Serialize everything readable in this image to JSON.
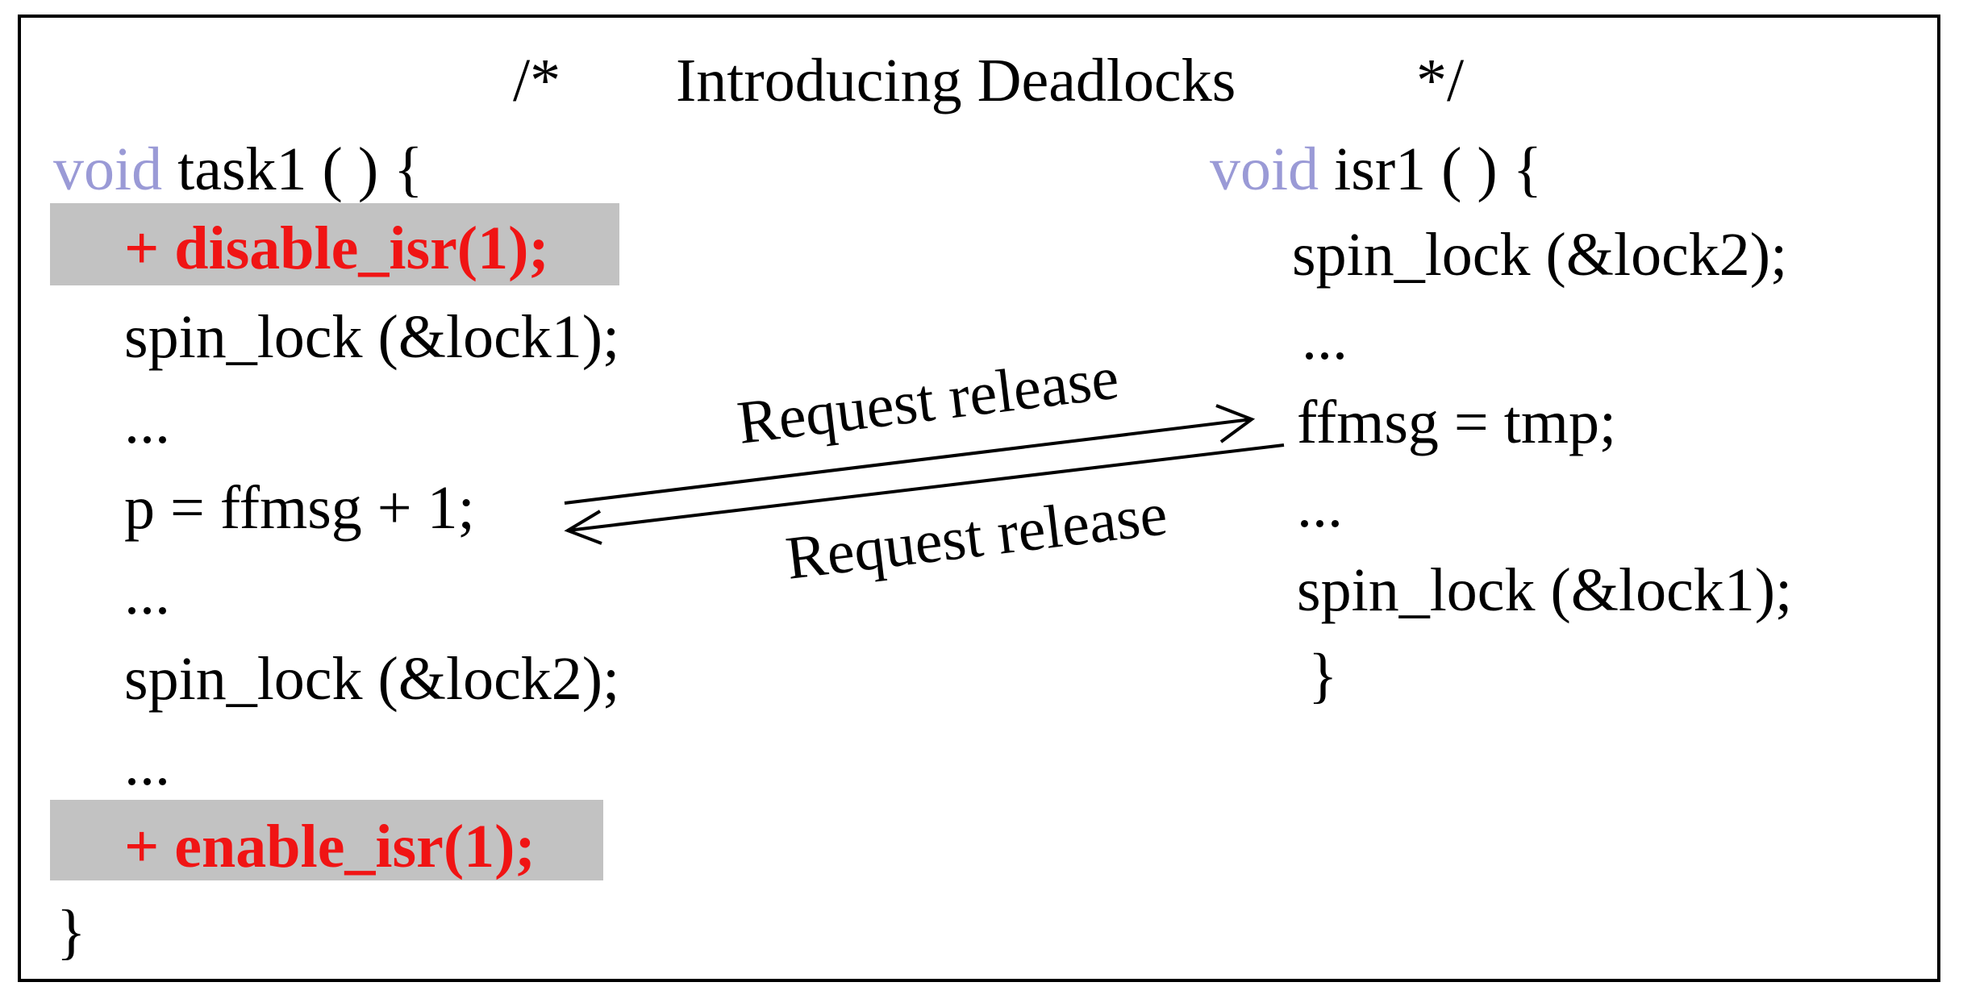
{
  "title": {
    "open": "/*",
    "text": "Introducing Deadlocks",
    "close": "*/"
  },
  "task1": {
    "keyword": "void",
    "signature": "task1 ( ) {",
    "added_disable": "+ disable_isr(1);",
    "lines": [
      "spin_lock (&lock1);",
      "...",
      "p = ffmsg + 1;",
      "...",
      "spin_lock (&lock2);",
      "..."
    ],
    "added_enable": "+ enable_isr(1);",
    "close": "}"
  },
  "isr1": {
    "keyword": "void",
    "signature": "isr1 ( ) {",
    "lines": [
      "spin_lock (&lock2);",
      "...",
      "ffmsg = tmp;",
      "...",
      "spin_lock (&lock1);",
      "}"
    ]
  },
  "arrows": {
    "to_isr_label": "Request release",
    "to_task_label": "Request release"
  },
  "colors": {
    "keyword": "#9a9ad6",
    "added_code": "#f01414",
    "highlight": "#c2c2c2"
  }
}
